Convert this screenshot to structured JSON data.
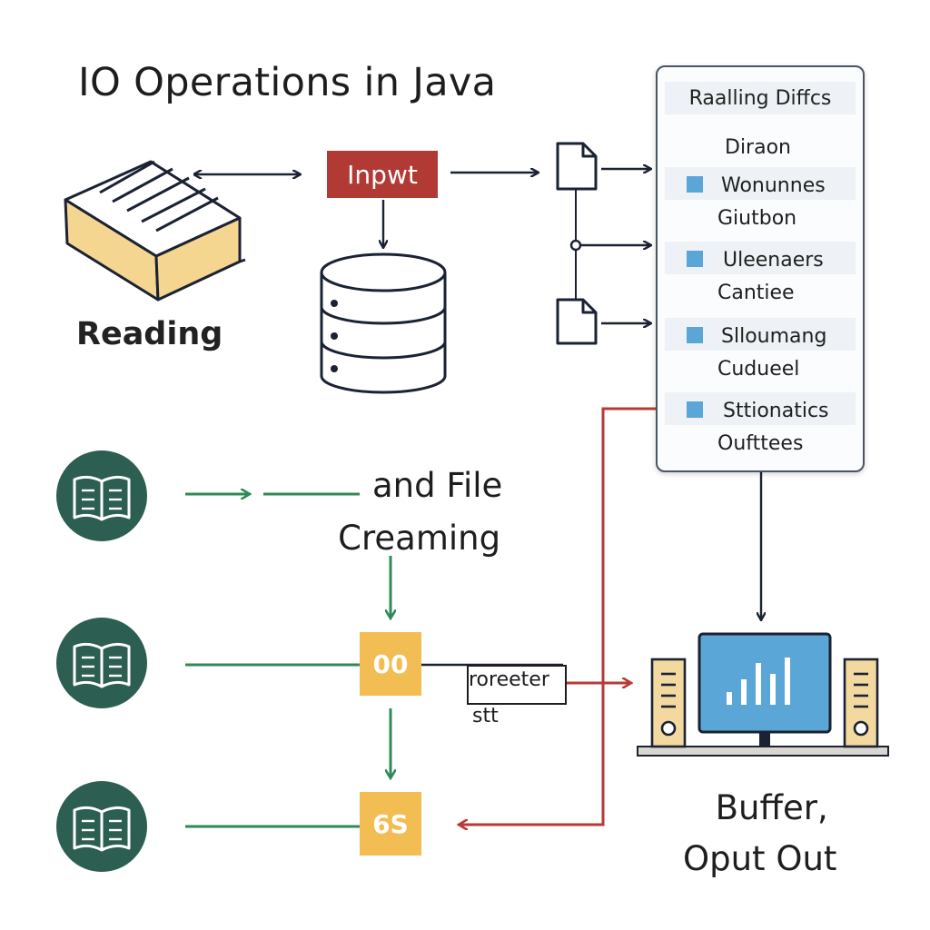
{
  "title": "IO Operations in Java",
  "reading_label": "Reading",
  "input_label": "Inpwt",
  "panel": {
    "header": "Raalling Diffcs",
    "items": [
      {
        "line1": "Diraon",
        "bullet": false
      },
      {
        "line1": "Wonunnes",
        "line2": "Giutbon",
        "bullet": true
      },
      {
        "line1": "Uleenaers",
        "line2": "Cantiee",
        "bullet": true
      },
      {
        "line1": "Slloumang",
        "line2": "Cuduеel",
        "bullet": true
      },
      {
        "line1": "Sttionatics",
        "line2": "Oufttees",
        "bullet": true
      }
    ]
  },
  "file_stream": {
    "line1": "and File",
    "line2": "Creaming"
  },
  "boxes": {
    "first": "00",
    "second": "6S"
  },
  "reader_box": {
    "label": "roreeter",
    "sub": "stt"
  },
  "buffer": {
    "line1": "Buffer,",
    "line2": "Oput Out"
  },
  "colors": {
    "input_red": "#b23a35",
    "green": "#2f8a58",
    "teal_circle": "#2c5f51",
    "yellow": "#f2bd52",
    "blue": "#5aa6d6",
    "red_line": "#b83a36",
    "navy": "#1a2233"
  },
  "icons": [
    "book-icon",
    "database-icon",
    "file-icon",
    "open-book-icon",
    "computer-icon",
    "speaker-icon"
  ]
}
